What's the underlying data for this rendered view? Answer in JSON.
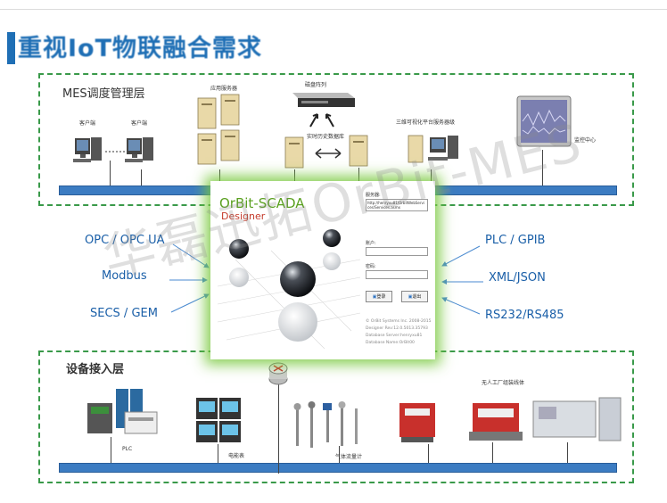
{
  "title": "重视IoT物联融合需求",
  "mes_zone": {
    "label": "MES调度管理层",
    "client_1": "客户端",
    "client_2": "客户端",
    "app_server": "应用服务器",
    "disk_array": "磁盘阵列",
    "history_db": "实时历史数据库",
    "viz_server": "三维可视化平台服务器级",
    "monitor": "监控中心"
  },
  "device_zone": {
    "label": "设备接入层",
    "plc": "PLC",
    "meter": "电能表",
    "flowmeter": "气体流量计",
    "assembly": "无人工厂组装线体"
  },
  "protocols_left": [
    "OPC / OPC UA",
    "Modbus",
    "SECS / GEM"
  ],
  "protocols_right": [
    "PLC / GPIB",
    "XML/JSON",
    "RS232/RS485"
  ],
  "dialog": {
    "brand": "OrBit-SCADA",
    "sub": "Designer",
    "server_label": "服务器:",
    "server_value": "http://henryxu81/OrbitWebServices/Services.asmx",
    "account_label": "账户:",
    "password_label": "密码:",
    "login_btn": "登录",
    "exit_btn": "退出",
    "footer": [
      "© OrBit Systems Inc. 2008-2015",
      "Designer Rev:12.0.5013.35793",
      "Database Server:henryxu81",
      "Database Name:OrBit00"
    ]
  },
  "watermark": "华磊迅拓OrBit-MES"
}
